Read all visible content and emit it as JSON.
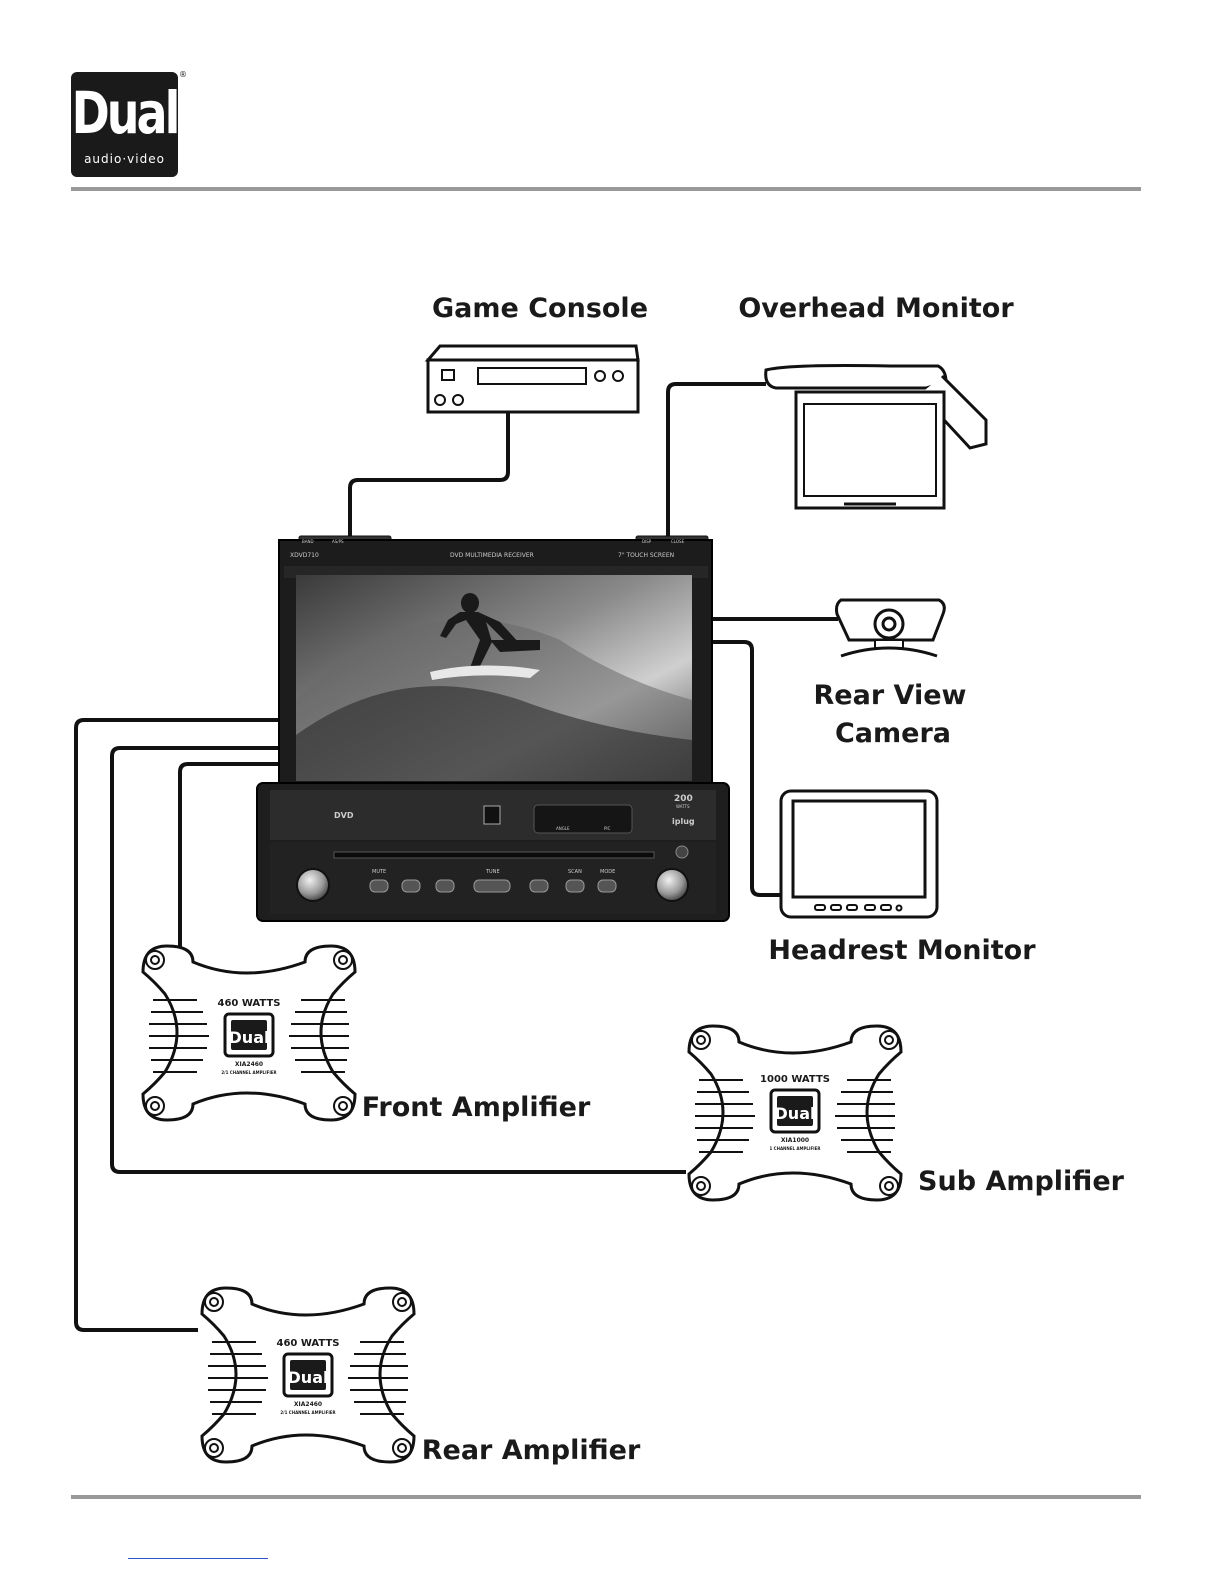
{
  "logo": {
    "word": "Dual",
    "sub": "audio·video",
    "reg": "®"
  },
  "labels": {
    "game_console": "Game Console",
    "overhead_monitor": "Overhead Monitor",
    "rear_view_camera_line1": "Rear View",
    "rear_view_camera_line2": "Camera",
    "headrest_monitor": "Headrest Monitor",
    "front_amplifier": "Front Amplifier",
    "sub_amplifier": "Sub Amplifier",
    "rear_amplifier": "Rear Amplifier"
  },
  "head_unit": {
    "model": "XDVD710",
    "title": "DVD MULTIMEDIA RECEIVER",
    "screen_size": "7\" TOUCH SCREEN",
    "buttons_top": [
      "BAND",
      "AS/PS",
      "DISP",
      "CLOSE"
    ],
    "watts": "200",
    "watts_unit": "WATTS",
    "iplug": "iplug",
    "angle": "ANGLE",
    "pic": "PIC",
    "controls": [
      "MUTE",
      "TUNE",
      "SCAN",
      "MODE"
    ],
    "dvd": "DVD"
  },
  "amplifiers": {
    "front": {
      "watts": "460 WATTS",
      "brand": "Dual",
      "model": "XIA2460",
      "desc": "2/1 CHANNEL AMPLIFIER"
    },
    "sub": {
      "watts": "1000 WATTS",
      "brand": "Dual",
      "model": "XIA1000",
      "desc": "1 CHANNEL AMPLIFIER"
    },
    "rear": {
      "watts": "460 WATTS",
      "brand": "Dual",
      "model": "XIA2460",
      "desc": "2/1 CHANNEL AMPLIFIER"
    }
  }
}
